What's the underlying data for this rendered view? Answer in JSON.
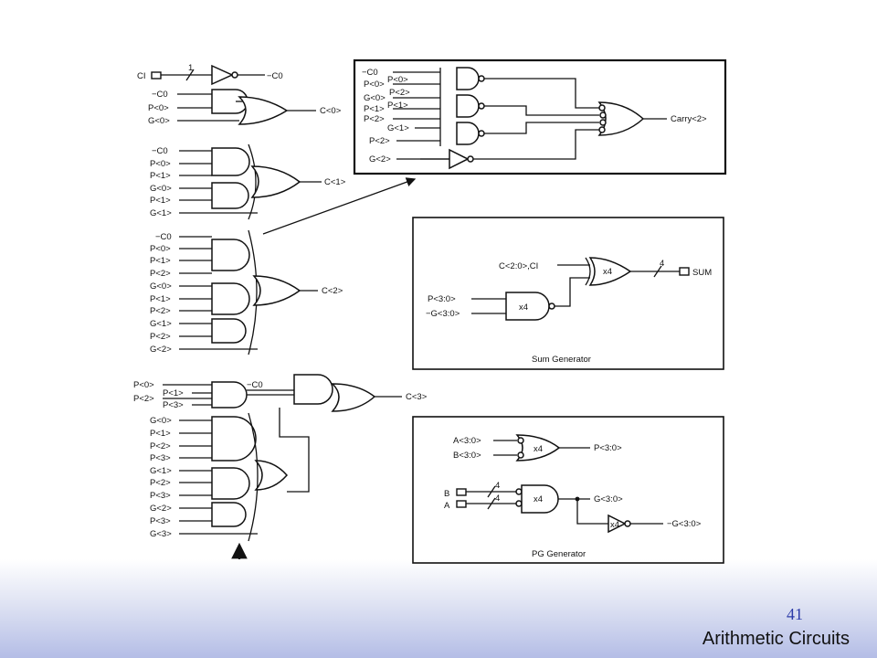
{
  "footer": {
    "page_number": "41",
    "title": "Arithmetic Circuits"
  },
  "diagram": {
    "ci_block": {
      "in": "CI",
      "bus_width": "1",
      "out": "−C0"
    },
    "c0_block": {
      "inputs": [
        "−C0",
        "P<0>",
        "G<0>"
      ],
      "out": "C<0>"
    },
    "c1_block": {
      "inputs": [
        "−C0",
        "P<0>",
        "P<1>",
        "G<0>",
        "P<1>",
        "G<1>"
      ],
      "out": "C<1>"
    },
    "c2_block": {
      "inputs": [
        "−C0",
        "P<0>",
        "P<1>",
        "P<2>",
        "G<0>",
        "P<1>",
        "P<2>",
        "G<1>",
        "P<2>",
        "G<2>"
      ],
      "out": "C<2>"
    },
    "c3_block": {
      "top_inputs": [
        "P<0>",
        "P<1>",
        "P<2>",
        "P<3>"
      ],
      "c0_in": "−C0",
      "inputs": [
        "G<0>",
        "P<1>",
        "P<2>",
        "P<3>",
        "G<1>",
        "P<2>",
        "P<3>",
        "G<2>",
        "P<3>",
        "G<3>"
      ],
      "out": "C<3>"
    },
    "carry_box": {
      "inputs": [
        "−C0",
        "P<0>",
        "P<1>",
        "G<0>",
        "P<2>",
        "P<1>",
        "G<1>",
        "P<2>",
        "G<2>"
      ],
      "out": "Carry<2>"
    },
    "sum_box": {
      "caption": "Sum Generator",
      "in_carry": "C<2:0>,CI",
      "in_p": "P<3:0>",
      "in_g": "−G<3:0>",
      "gate_label": "x4",
      "bus_width": "4",
      "out": "SUM"
    },
    "pg_box": {
      "caption": "PG Generator",
      "in_a_bus": "A<3:0>",
      "in_b_bus": "B<3:0>",
      "p_out": "P<3:0>",
      "in_b": "B",
      "in_a": "A",
      "bus_width": "4",
      "gate_label": "x4",
      "g_out": "G<3:0>",
      "ng_out": "−G<3:0>"
    }
  }
}
